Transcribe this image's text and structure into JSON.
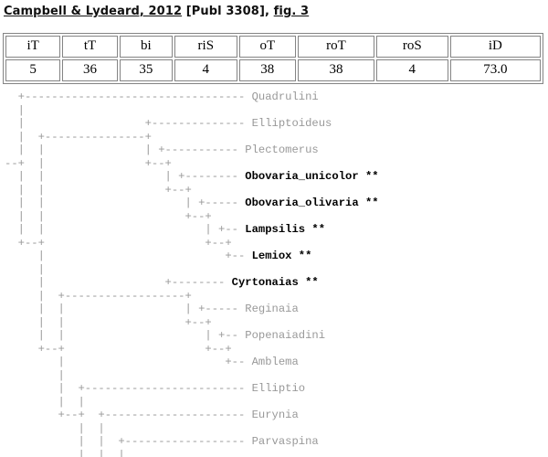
{
  "title": {
    "segments": [
      {
        "text": "Campbell & Lydeard, 2012",
        "underline": true
      },
      {
        "text": " [Publ 3308], ",
        "underline": false
      },
      {
        "text": "fig. 3",
        "underline": true
      }
    ]
  },
  "stats_table": {
    "headers": [
      "iT",
      "tT",
      "bi",
      "riS",
      "oT",
      "roT",
      "roS",
      "iD"
    ],
    "values": [
      "5",
      "36",
      "35",
      "4",
      "38",
      "38",
      "4",
      "73.0"
    ],
    "border_color": "#848484"
  },
  "tree": {
    "line_color": "#999999",
    "taxon_color": "#999999",
    "highlight_color": "#000000",
    "rows": [
      {
        "prefix": "  +--------------------------------- ",
        "label": "Quadrulini",
        "starred": false
      },
      {
        "prefix": "  |",
        "label": "",
        "starred": false
      },
      {
        "prefix": "  |                  +-------------- ",
        "label": "Elliptoideus",
        "starred": false
      },
      {
        "prefix": "  |  +---------------+",
        "label": "",
        "starred": false
      },
      {
        "prefix": "  |  |               | +----------- ",
        "label": "Plectomerus",
        "starred": false
      },
      {
        "prefix": "--+  |               +--+",
        "label": "",
        "starred": false
      },
      {
        "prefix": "  |  |                  | +-------- ",
        "label": "Obovaria_unicolor **",
        "starred": true
      },
      {
        "prefix": "  |  |                  +--+",
        "label": "",
        "starred": false
      },
      {
        "prefix": "  |  |                     | +----- ",
        "label": "Obovaria_olivaria **",
        "starred": true
      },
      {
        "prefix": "  |  |                     +--+",
        "label": "",
        "starred": false
      },
      {
        "prefix": "  |  |                        | +-- ",
        "label": "Lampsilis **",
        "starred": true
      },
      {
        "prefix": "  +--+                        +--+",
        "label": "",
        "starred": false
      },
      {
        "prefix": "     |                           +-- ",
        "label": "Lemiox **",
        "starred": true
      },
      {
        "prefix": "     |",
        "label": "",
        "starred": false
      },
      {
        "prefix": "     |                  +-------- ",
        "label": "Cyrtonaias **",
        "starred": true
      },
      {
        "prefix": "     |  +------------------+",
        "label": "",
        "starred": false
      },
      {
        "prefix": "     |  |                  | +----- ",
        "label": "Reginaia",
        "starred": false
      },
      {
        "prefix": "     |  |                  +--+",
        "label": "",
        "starred": false
      },
      {
        "prefix": "     |  |                     | +-- ",
        "label": "Popenaiadini",
        "starred": false
      },
      {
        "prefix": "     +--+                     +--+",
        "label": "",
        "starred": false
      },
      {
        "prefix": "        |                        +-- ",
        "label": "Amblema",
        "starred": false
      },
      {
        "prefix": "        |",
        "label": "",
        "starred": false
      },
      {
        "prefix": "        |  +------------------------ ",
        "label": "Elliptio",
        "starred": false
      },
      {
        "prefix": "        |  |",
        "label": "",
        "starred": false
      },
      {
        "prefix": "        +--+  +--------------------- ",
        "label": "Eurynia",
        "starred": false
      },
      {
        "prefix": "           |  |",
        "label": "",
        "starred": false
      },
      {
        "prefix": "           |  |  +------------------ ",
        "label": "Parvaspina",
        "starred": false
      },
      {
        "prefix": "           |  |  |",
        "label": "",
        "starred": false
      }
    ]
  }
}
